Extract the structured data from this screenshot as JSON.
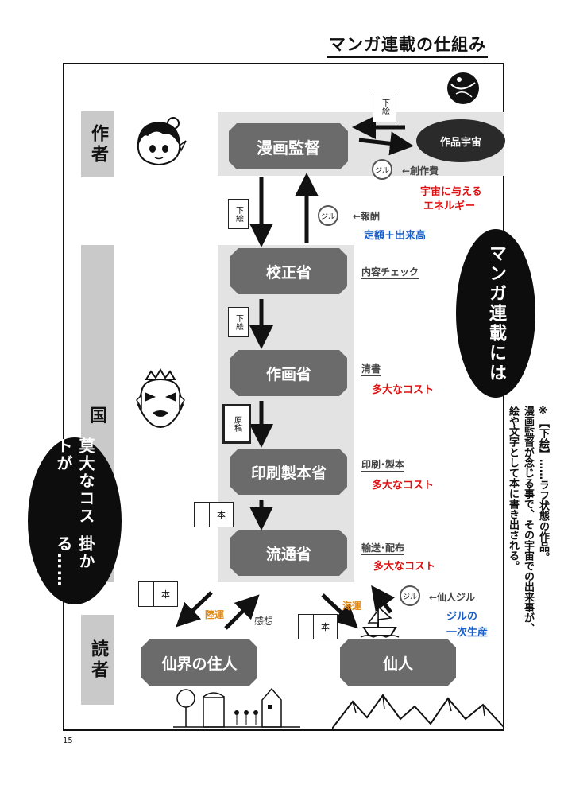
{
  "title": "マンガ連載の仕組み",
  "roles": {
    "author": "作者",
    "state": "国",
    "reader": "読者"
  },
  "nodes": {
    "manga_director": "漫画監督",
    "work_universe": "作品宇宙",
    "proofreading": "校正省",
    "drawing": "作画省",
    "printing": "印刷製本省",
    "distribution": "流通省",
    "otherworld_resident": "仙界の住人",
    "sennin": "仙人"
  },
  "cards": {
    "draft": "下絵",
    "manuscript": "原稿",
    "book": "本",
    "jill": "ジル"
  },
  "labels": {
    "creation_cost": "←創作費",
    "universe_energy": [
      "宇宙に与える",
      "エネルギー"
    ],
    "reward": "←報酬",
    "fixed_plus_sales": "定額＋出来高",
    "content_check": "内容チェック",
    "clean_copy": "清書",
    "huge_cost": "多大なコスト",
    "print_bind": "印刷･製本",
    "transport": "輸送･配布",
    "land_transport": "陸運",
    "impressions": "感想",
    "sea_transport": "海運",
    "sennin_jill": "←仙人ジル",
    "jill_of": "ジルの",
    "primary_production": "一次生産"
  },
  "bubble_right": "マンガ連載には",
  "bubble_left": [
    "莫大なコストが",
    "掛かる……"
  ],
  "side_note": [
    "※【下絵】……ラフ状態の作品。",
    "漫画監督が念じる事で、その宇宙での出来事が、",
    "絵や文字として本に書き出される。"
  ],
  "page_number": "15"
}
